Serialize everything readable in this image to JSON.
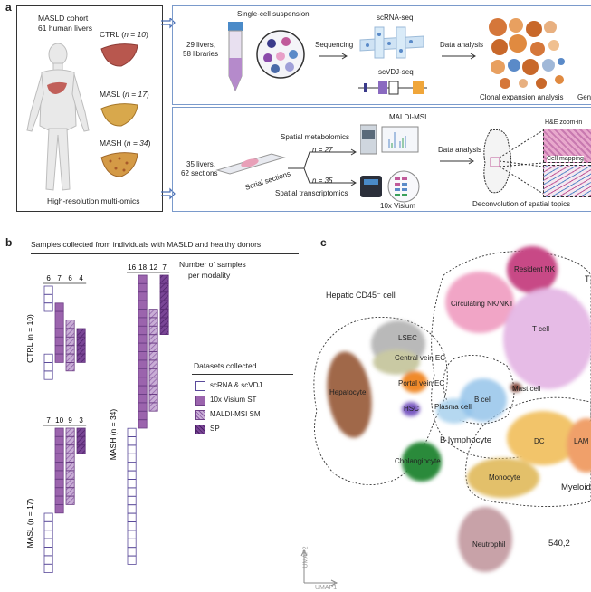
{
  "panel_a": {
    "label": "a",
    "cohort_title": "MASLD cohort",
    "cohort_sub": "61 human livers",
    "groups": [
      {
        "name": "CTRL",
        "n_text": "n = 10"
      },
      {
        "name": "MASL",
        "n_text": "n = 17"
      },
      {
        "name": "MASH",
        "n_text": "n = 34"
      }
    ],
    "hires": "High-resolution multi-omics",
    "top_row": {
      "sample_text": "29 livers,",
      "sample_text2": "58 libraries",
      "suspension": "Single-cell suspension",
      "sequencing": "Sequencing",
      "scrna": "scRNA-seq",
      "scvdj": "scVDJ-seq",
      "data_analysis": "Data analysis",
      "clonal": "Clonal expansion analysis",
      "gen": "Gen"
    },
    "bottom_row": {
      "sample_text": "35 livers,",
      "sample_text2": "62 sections",
      "serial": "Serial sections",
      "spatial_met": "Spatial metabolomics",
      "maldi": "MALDI-MSI",
      "n27": "n = 27",
      "n35": "n = 35",
      "spatial_tx": "Spatial transcriptomics",
      "visium": "10x Visium",
      "data_analysis": "Data analysis",
      "he_zoom": "H&E zoom-in",
      "cell_mapping": "Cell mapping",
      "deconv": "Deconvolution of spatial topics"
    }
  },
  "panel_b": {
    "label": "b",
    "title": "Samples collected from individuals with MASLD and healthy donors",
    "nsamples_1": "Number of samples",
    "nsamples_2": "per modality",
    "groups": [
      {
        "name": "CTRL",
        "n_text": "CTRL (n = 10)",
        "counts": [
          6,
          7,
          6,
          4
        ]
      },
      {
        "name": "MASL",
        "n_text": "MASL (n = 17)",
        "counts": [
          7,
          10,
          9,
          3
        ]
      },
      {
        "name": "MASH",
        "n_text": "MASH (n = 34)",
        "counts": [
          16,
          18,
          12,
          7
        ]
      }
    ],
    "legend_title": "Datasets collected",
    "legend": [
      {
        "label": "scRNA & scVDJ",
        "style": "empty"
      },
      {
        "label": "10x Visium ST",
        "style": "filled"
      },
      {
        "label": "MALDI-MSI SM",
        "style": "hatched"
      },
      {
        "label": "SP",
        "style": "dark-hatched"
      }
    ],
    "colors": {
      "fill": "#9b64ad",
      "border": "#6d3f86",
      "dark": "#5e2f78",
      "empty_border": "#5a4a9a"
    }
  },
  "panel_c": {
    "label": "c",
    "title": "Hepatic CD45⁻ cell",
    "t_cut": "T",
    "clusters": [
      {
        "name": "Resident NK",
        "color": "#c84a86"
      },
      {
        "name": "Circulating NK/NKT",
        "color": "#ef9bc0"
      },
      {
        "name": "T cell",
        "color": "#e3b4e3"
      },
      {
        "name": "LSEC",
        "color": "#b9b9b9"
      },
      {
        "name": "Central vein EC",
        "color": "#c9c9a3"
      },
      {
        "name": "Portal vein EC",
        "color": "#f08a2a"
      },
      {
        "name": "Hepatocyte",
        "color": "#a0684a"
      },
      {
        "name": "HSC",
        "color": "#7b5bc2"
      },
      {
        "name": "Plasma cell",
        "color": "#b5d8f0"
      },
      {
        "name": "B cell",
        "color": "#8fc0e8"
      },
      {
        "name": "Mast cell",
        "color": "#7a3b2e"
      },
      {
        "name": "DC",
        "color": "#f2c46a"
      },
      {
        "name": "LAM",
        "color": "#f0a06a"
      },
      {
        "name": "Cholangiocyte",
        "color": "#2a8a3a"
      },
      {
        "name": "Monocyte",
        "color": "#e3c06a"
      },
      {
        "name": "Neutrophil",
        "color": "#c8a2a8"
      }
    ],
    "b_lymphocyte": "B lymphocyte",
    "myeloid": "Myeloid",
    "count": "540,2",
    "umap1": "UMAP1",
    "umap2": "UMAP2"
  }
}
